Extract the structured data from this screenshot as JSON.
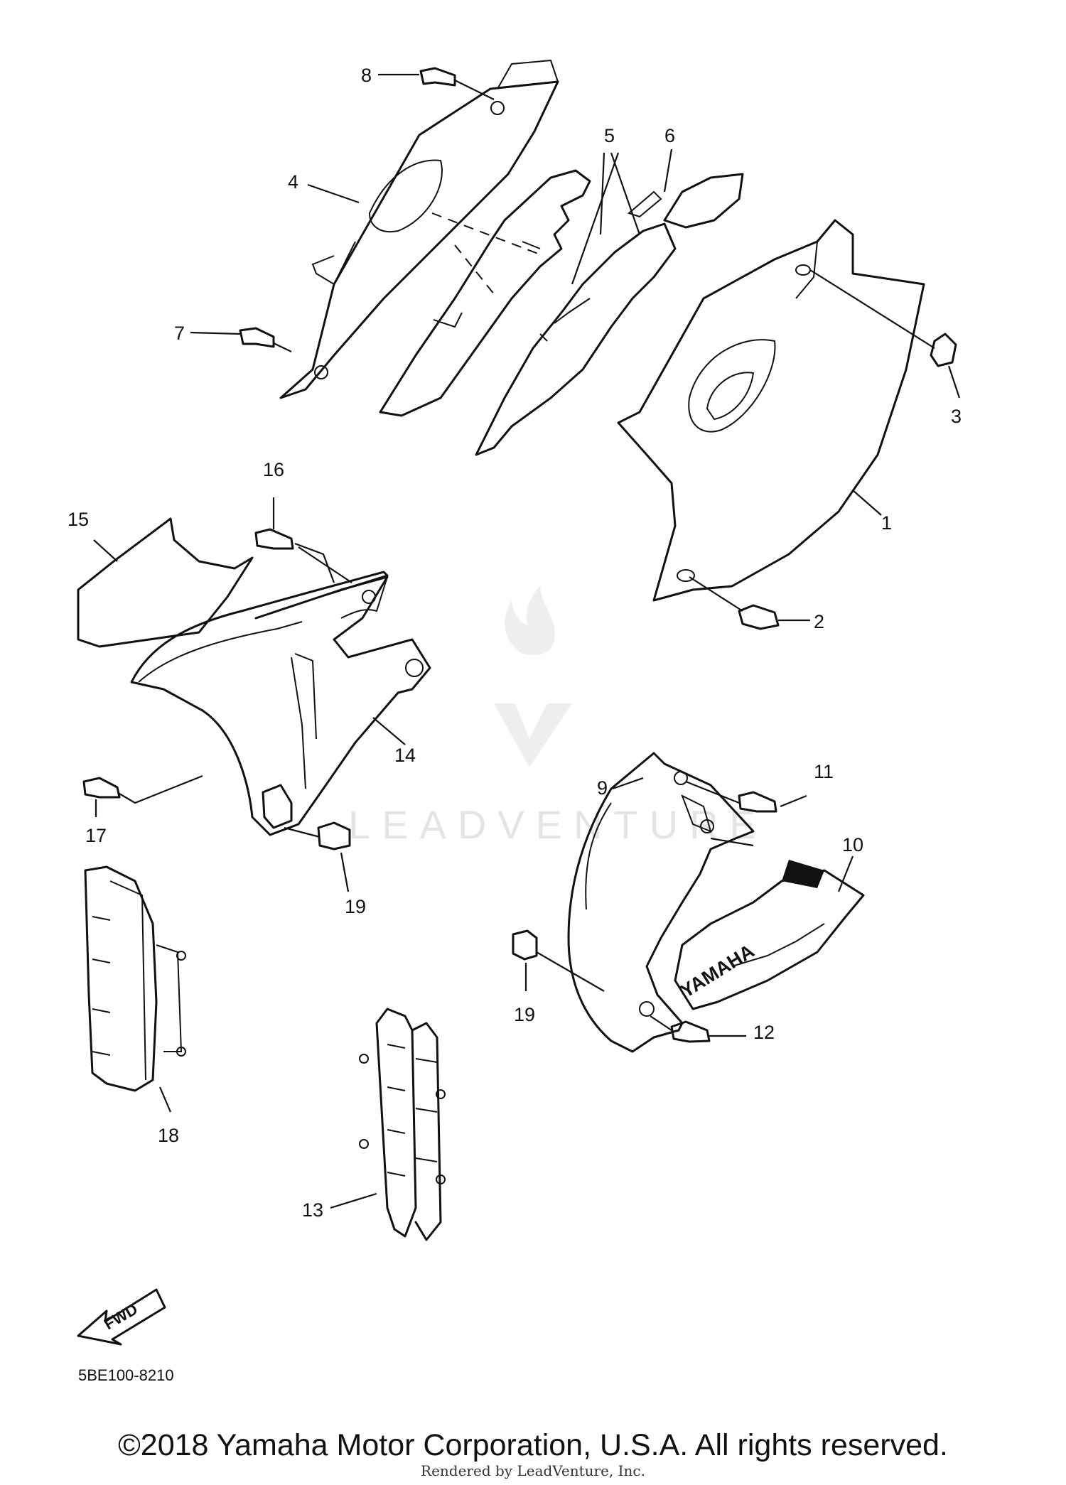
{
  "callouts": [
    "1",
    "2",
    "3",
    "4",
    "5",
    "6",
    "7",
    "8",
    "9",
    "10",
    "11",
    "12",
    "13",
    "14",
    "15",
    "16",
    "17",
    "18",
    "19",
    "19"
  ],
  "fwd_label": "FWD",
  "part_code": "5BE100-8210",
  "brand_decal": "YAMAHA",
  "watermark": "LEADVENTURE",
  "copyright": "©2018 Yamaha Motor Corporation, U.S.A. All rights reserved.",
  "rendered_by": "Rendered by LeadVenture, Inc."
}
